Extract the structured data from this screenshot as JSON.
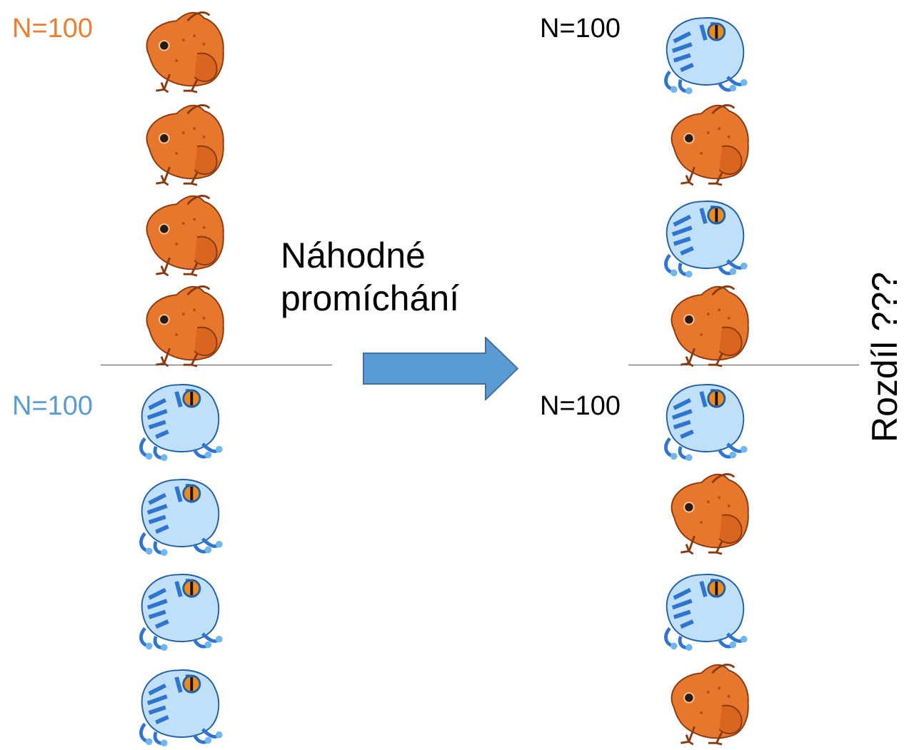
{
  "colors": {
    "orange": "#ED7D31",
    "blue": "#5B9BD5",
    "text": "#000000",
    "arrow_fill": "#5B9BD5",
    "arrow_stroke": "#41719C"
  },
  "left": {
    "top_label": "N=100",
    "bottom_label": "N=100",
    "top_frogs": [
      "orange-frog",
      "orange-frog",
      "orange-frog",
      "orange-frog"
    ],
    "bottom_frogs": [
      "blue-frog",
      "blue-frog",
      "blue-frog",
      "blue-frog"
    ]
  },
  "arrow_text": {
    "line1": "Náhodné",
    "line2": "promíchání"
  },
  "right": {
    "top_label": "N=100",
    "bottom_label": "N=100",
    "top_frogs": [
      "blue-frog",
      "orange-frog",
      "blue-frog",
      "orange-frog"
    ],
    "bottom_frogs": [
      "blue-frog",
      "orange-frog",
      "blue-frog",
      "orange-frog"
    ]
  },
  "difference_label": "Rozdíl ???"
}
